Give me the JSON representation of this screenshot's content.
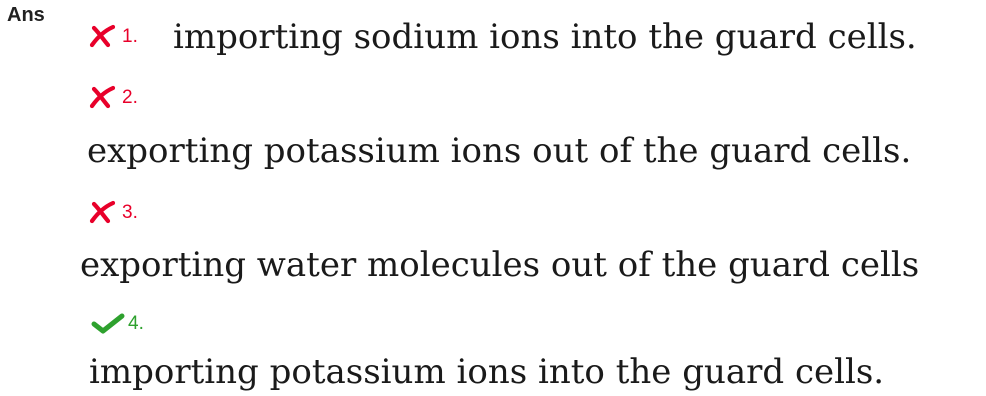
{
  "label": "Ans",
  "colors": {
    "wrong": "#e8002a",
    "correct": "#2ea12e",
    "text": "#1a1a1a"
  },
  "options": [
    {
      "number": "1.",
      "text": "importing sodium ions into the guard cells.",
      "status": "incorrect",
      "icon": "cross-icon"
    },
    {
      "number": "2.",
      "text": "exporting potassium ions out of the guard cells.",
      "status": "incorrect",
      "icon": "cross-icon"
    },
    {
      "number": "3.",
      "text": "exporting water molecules out of the guard cells",
      "status": "incorrect",
      "icon": "cross-icon"
    },
    {
      "number": "4.",
      "text": "importing potassium ions into the guard cells.",
      "status": "correct",
      "icon": "check-icon"
    }
  ]
}
